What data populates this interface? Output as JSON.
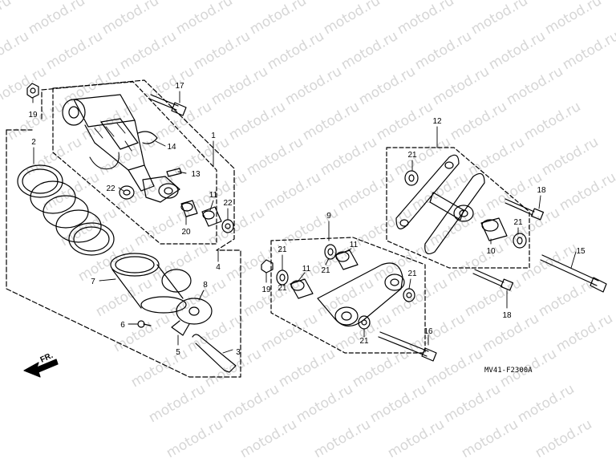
{
  "watermark": {
    "text": "motod.ru"
  },
  "drawing_code": "MV41-F2300A",
  "direction_label": "FR.",
  "callouts": [
    {
      "num": "19"
    },
    {
      "num": "17"
    },
    {
      "num": "2"
    },
    {
      "num": "1"
    },
    {
      "num": "14"
    },
    {
      "num": "13"
    },
    {
      "num": "22"
    },
    {
      "num": "11"
    },
    {
      "num": "22"
    },
    {
      "num": "20"
    },
    {
      "num": "4"
    },
    {
      "num": "7"
    },
    {
      "num": "8"
    },
    {
      "num": "6"
    },
    {
      "num": "5"
    },
    {
      "num": "3"
    },
    {
      "num": "12"
    },
    {
      "num": "21"
    },
    {
      "num": "18"
    },
    {
      "num": "21"
    },
    {
      "num": "10"
    },
    {
      "num": "15"
    },
    {
      "num": "18"
    },
    {
      "num": "9"
    },
    {
      "num": "21"
    },
    {
      "num": "11"
    },
    {
      "num": "21"
    },
    {
      "num": "11"
    },
    {
      "num": "21"
    },
    {
      "num": "19"
    },
    {
      "num": "21"
    },
    {
      "num": "21"
    },
    {
      "num": "16"
    }
  ]
}
